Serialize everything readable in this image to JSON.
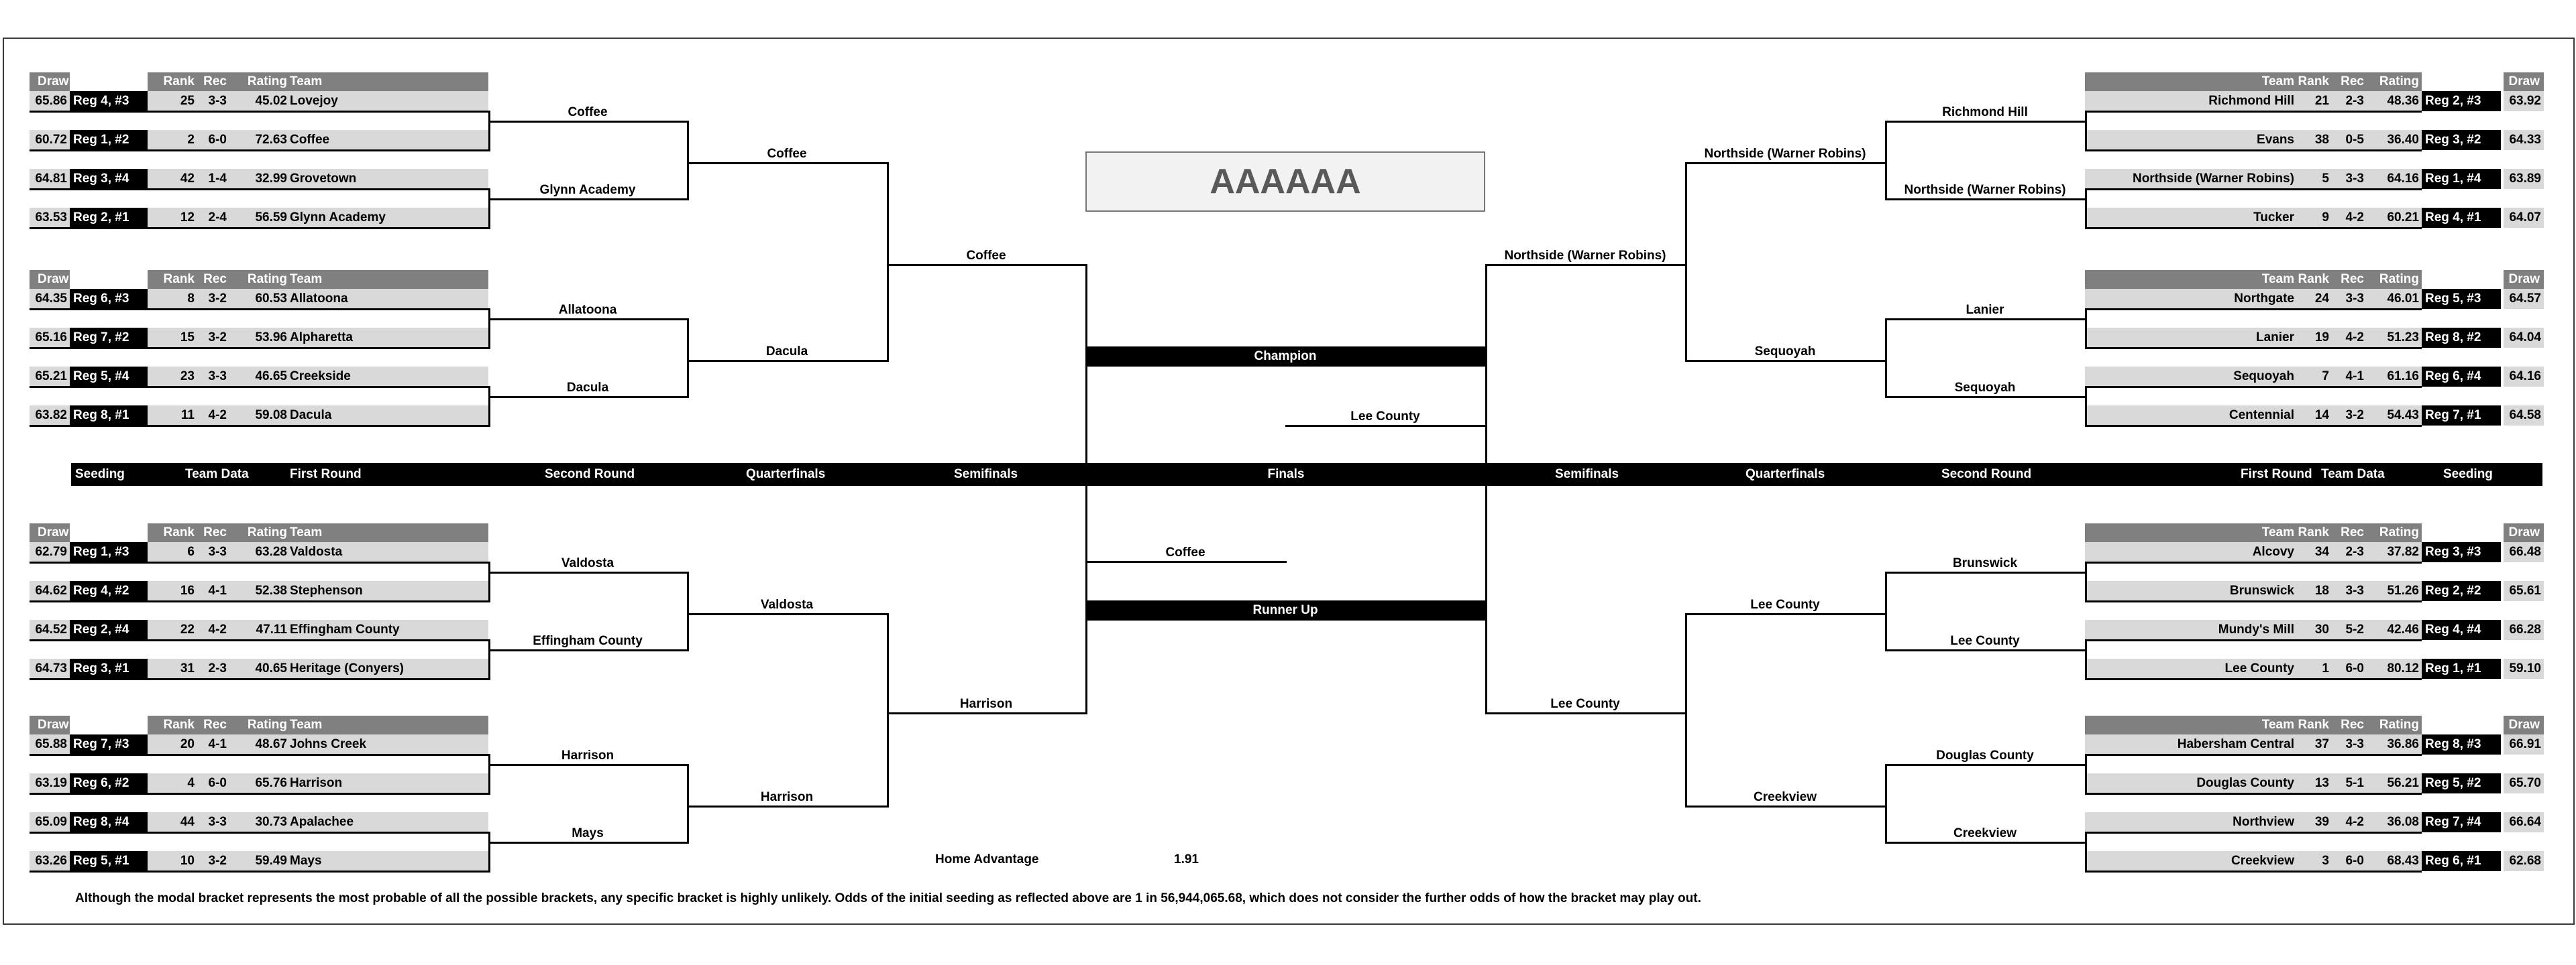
{
  "title": "AAAAAA",
  "columns": {
    "draw": "Draw",
    "rank": "Rank",
    "rec": "Rec",
    "rating": "Rating",
    "team": "Team"
  },
  "rounds_left": [
    "Seeding",
    "Team Data",
    "First Round",
    "Second Round",
    "Quarterfinals",
    "Semifinals"
  ],
  "rounds_center": "Finals",
  "rounds_right": [
    "Semifinals",
    "Quarterfinals",
    "Second Round",
    "First Round",
    "Team Data",
    "Seeding"
  ],
  "left_groups": [
    {
      "teams": [
        {
          "draw": "65.86",
          "seed": "Reg 4, #3",
          "rank": "25",
          "rec": "3-3",
          "rating": "45.02",
          "team": "Lovejoy"
        },
        {
          "draw": "60.72",
          "seed": "Reg 1, #2",
          "rank": "2",
          "rec": "6-0",
          "rating": "72.63",
          "team": "Coffee"
        },
        {
          "draw": "64.81",
          "seed": "Reg 3, #4",
          "rank": "42",
          "rec": "1-4",
          "rating": "32.99",
          "team": "Grovetown"
        },
        {
          "draw": "63.53",
          "seed": "Reg 2, #1",
          "rank": "12",
          "rec": "2-4",
          "rating": "56.59",
          "team": "Glynn Academy"
        }
      ],
      "r2": [
        "Coffee",
        "Glynn Academy"
      ],
      "qf": "Coffee"
    },
    {
      "teams": [
        {
          "draw": "64.35",
          "seed": "Reg 6, #3",
          "rank": "8",
          "rec": "3-2",
          "rating": "60.53",
          "team": "Allatoona"
        },
        {
          "draw": "65.16",
          "seed": "Reg 7, #2",
          "rank": "15",
          "rec": "3-2",
          "rating": "53.96",
          "team": "Alpharetta"
        },
        {
          "draw": "65.21",
          "seed": "Reg 5, #4",
          "rank": "23",
          "rec": "3-3",
          "rating": "46.65",
          "team": "Creekside"
        },
        {
          "draw": "63.82",
          "seed": "Reg 8, #1",
          "rank": "11",
          "rec": "4-2",
          "rating": "59.08",
          "team": "Dacula"
        }
      ],
      "r2": [
        "Allatoona",
        "Dacula"
      ],
      "qf": "Dacula"
    },
    {
      "teams": [
        {
          "draw": "62.79",
          "seed": "Reg 1, #3",
          "rank": "6",
          "rec": "3-3",
          "rating": "63.28",
          "team": "Valdosta"
        },
        {
          "draw": "64.62",
          "seed": "Reg 4, #2",
          "rank": "16",
          "rec": "4-1",
          "rating": "52.38",
          "team": "Stephenson"
        },
        {
          "draw": "64.52",
          "seed": "Reg 2, #4",
          "rank": "22",
          "rec": "4-2",
          "rating": "47.11",
          "team": "Effingham County"
        },
        {
          "draw": "64.73",
          "seed": "Reg 3, #1",
          "rank": "31",
          "rec": "2-3",
          "rating": "40.65",
          "team": "Heritage (Conyers)"
        }
      ],
      "r2": [
        "Valdosta",
        "Effingham County"
      ],
      "qf": "Valdosta"
    },
    {
      "teams": [
        {
          "draw": "65.88",
          "seed": "Reg 7, #3",
          "rank": "20",
          "rec": "4-1",
          "rating": "48.67",
          "team": "Johns Creek"
        },
        {
          "draw": "63.19",
          "seed": "Reg 6, #2",
          "rank": "4",
          "rec": "6-0",
          "rating": "65.76",
          "team": "Harrison"
        },
        {
          "draw": "65.09",
          "seed": "Reg 8, #4",
          "rank": "44",
          "rec": "3-3",
          "rating": "30.73",
          "team": "Apalachee"
        },
        {
          "draw": "63.26",
          "seed": "Reg 5, #1",
          "rank": "10",
          "rec": "3-2",
          "rating": "59.49",
          "team": "Mays"
        }
      ],
      "r2": [
        "Harrison",
        "Mays"
      ],
      "qf": "Harrison"
    }
  ],
  "left_sf": [
    "Coffee",
    "Harrison"
  ],
  "right_groups": [
    {
      "teams": [
        {
          "draw": "63.92",
          "seed": "Reg 2, #3",
          "rank": "21",
          "rec": "2-3",
          "rating": "48.36",
          "team": "Richmond Hill"
        },
        {
          "draw": "64.33",
          "seed": "Reg 3, #2",
          "rank": "38",
          "rec": "0-5",
          "rating": "36.40",
          "team": "Evans"
        },
        {
          "draw": "63.89",
          "seed": "Reg 1, #4",
          "rank": "5",
          "rec": "3-3",
          "rating": "64.16",
          "team": "Northside (Warner Robins)"
        },
        {
          "draw": "64.07",
          "seed": "Reg 4, #1",
          "rank": "9",
          "rec": "4-2",
          "rating": "60.21",
          "team": "Tucker"
        }
      ],
      "r2": [
        "Richmond Hill",
        "Northside (Warner Robins)"
      ],
      "qf": "Northside (Warner Robins)"
    },
    {
      "teams": [
        {
          "draw": "64.57",
          "seed": "Reg 5, #3",
          "rank": "24",
          "rec": "3-3",
          "rating": "46.01",
          "team": "Northgate"
        },
        {
          "draw": "64.04",
          "seed": "Reg 8, #2",
          "rank": "19",
          "rec": "4-2",
          "rating": "51.23",
          "team": "Lanier"
        },
        {
          "draw": "64.16",
          "seed": "Reg 6, #4",
          "rank": "7",
          "rec": "4-1",
          "rating": "61.16",
          "team": "Sequoyah"
        },
        {
          "draw": "64.58",
          "seed": "Reg 7, #1",
          "rank": "14",
          "rec": "3-2",
          "rating": "54.43",
          "team": "Centennial"
        }
      ],
      "r2": [
        "Lanier",
        "Sequoyah"
      ],
      "qf": "Sequoyah"
    },
    {
      "teams": [
        {
          "draw": "66.48",
          "seed": "Reg 3, #3",
          "rank": "34",
          "rec": "2-3",
          "rating": "37.82",
          "team": "Alcovy"
        },
        {
          "draw": "65.61",
          "seed": "Reg 2, #2",
          "rank": "18",
          "rec": "3-3",
          "rating": "51.26",
          "team": "Brunswick"
        },
        {
          "draw": "66.28",
          "seed": "Reg 4, #4",
          "rank": "30",
          "rec": "5-2",
          "rating": "42.46",
          "team": "Mundy's Mill"
        },
        {
          "draw": "59.10",
          "seed": "Reg 1, #1",
          "rank": "1",
          "rec": "6-0",
          "rating": "80.12",
          "team": "Lee County"
        }
      ],
      "r2": [
        "Brunswick",
        "Lee County"
      ],
      "qf": "Lee County"
    },
    {
      "teams": [
        {
          "draw": "66.91",
          "seed": "Reg 8, #3",
          "rank": "37",
          "rec": "3-3",
          "rating": "36.86",
          "team": "Habersham Central"
        },
        {
          "draw": "65.70",
          "seed": "Reg 5, #2",
          "rank": "13",
          "rec": "5-1",
          "rating": "56.21",
          "team": "Douglas County"
        },
        {
          "draw": "66.64",
          "seed": "Reg 7, #4",
          "rank": "39",
          "rec": "4-2",
          "rating": "36.08",
          "team": "Northview"
        },
        {
          "draw": "62.68",
          "seed": "Reg 6, #1",
          "rank": "3",
          "rec": "6-0",
          "rating": "68.43",
          "team": "Creekview"
        }
      ],
      "r2": [
        "Douglas County",
        "Creekview"
      ],
      "qf": "Creekview"
    }
  ],
  "right_sf": [
    "Northside (Warner Robins)",
    "Lee County"
  ],
  "finals": {
    "champion_label": "Champion",
    "runner_up_label": "Runner Up",
    "champion": "Lee County",
    "runner_up": "Coffee"
  },
  "home_advantage": {
    "label": "Home Advantage",
    "value": "1.91"
  },
  "footnote": "Although the modal bracket represents the most probable of all the possible brackets, any specific bracket is highly unlikely.  Odds of the initial seeding as reflected above are 1 in 56,944,065.68, which does not consider the further odds of how the bracket may play out."
}
